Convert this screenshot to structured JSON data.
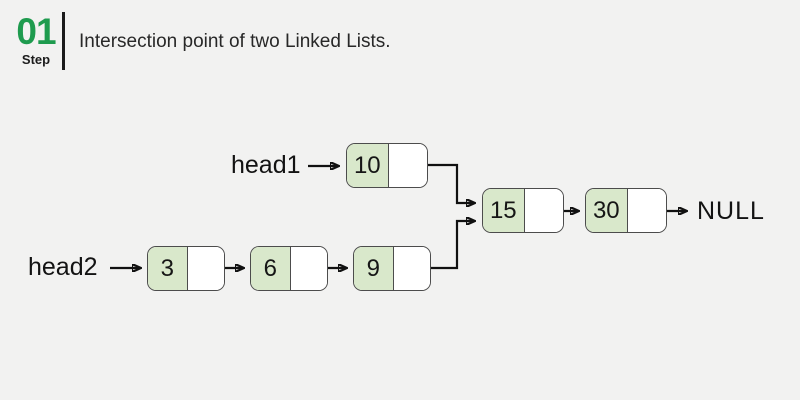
{
  "header": {
    "step_number": "01",
    "step_label": "Step",
    "title": "Intersection point of two Linked Lists."
  },
  "diagram": {
    "list1": {
      "label": "head1",
      "nodes": [
        {
          "value": "10"
        }
      ]
    },
    "list2": {
      "label": "head2",
      "nodes": [
        {
          "value": "3"
        },
        {
          "value": "6"
        },
        {
          "value": "9"
        }
      ]
    },
    "merged": {
      "nodes": [
        {
          "value": "15"
        },
        {
          "value": "30"
        }
      ],
      "terminator": "NULL"
    }
  },
  "colors": {
    "accent_green": "#1e9b4e",
    "node_fill": "#d9e8cb",
    "node_border": "#4c4c4c",
    "arrow": "#111111",
    "background": "#f2f2f1",
    "text": "#1c1c1c"
  }
}
